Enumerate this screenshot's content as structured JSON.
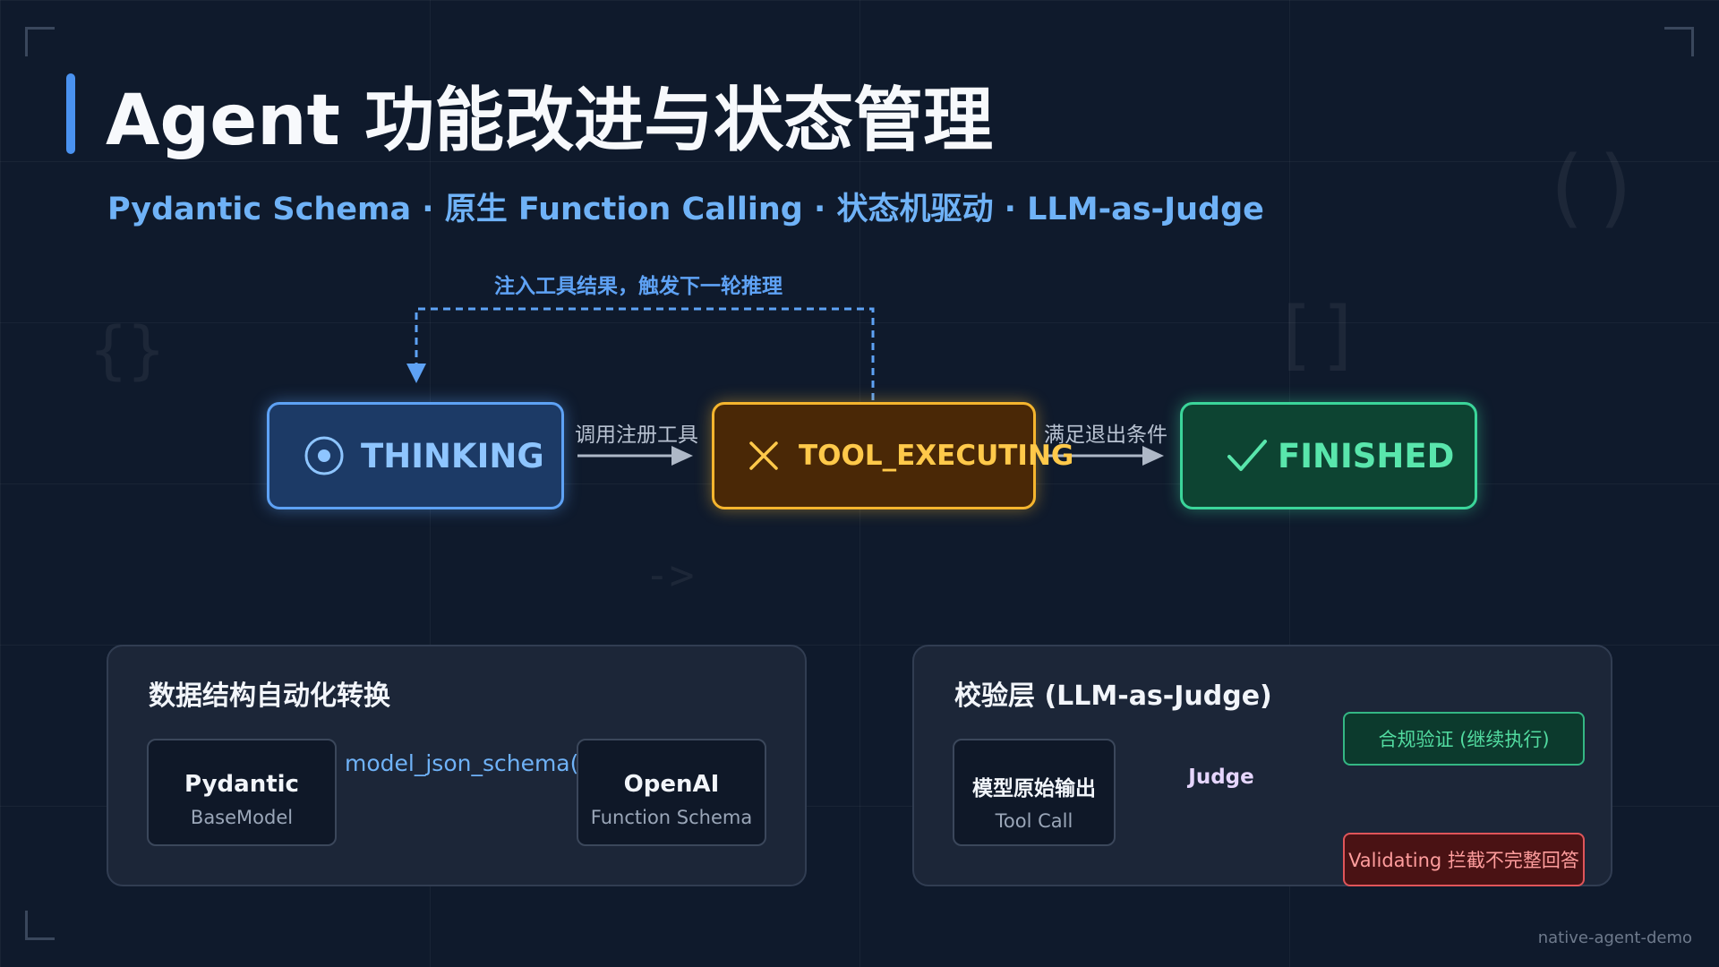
{
  "header": {
    "title": "Agent 功能改进与状态管理",
    "subtitle": "Pydantic Schema · 原生 Function Calling · 状态机驱动 · LLM-as-Judge"
  },
  "state_machine": {
    "states": [
      {
        "label": "THINKING",
        "icon": "target-icon",
        "color": "#5ea2f5"
      },
      {
        "label": "TOOL_EXECUTING",
        "icon": "close-x-icon",
        "color": "#f5b52e"
      },
      {
        "label": "FINISHED",
        "icon": "checkmark-icon",
        "color": "#3bd59a"
      }
    ],
    "edges": {
      "call_tool": "调用注册工具",
      "exit_condition": "满足退出条件",
      "loop_back": "注入工具结果，触发下一轮推理"
    }
  },
  "panel_schema": {
    "title": "数据结构自动化转换",
    "source": {
      "title": "Pydantic",
      "subtitle": "BaseModel"
    },
    "transform": "model_json_schema()",
    "target": {
      "title": "OpenAI",
      "subtitle": "Function Schema"
    }
  },
  "panel_judge": {
    "title": "校验层 (LLM-as-Judge)",
    "input": {
      "title": "模型原始输出",
      "subtitle": "Tool Call"
    },
    "judge": "Judge",
    "pass": "合规验证 (继续执行)",
    "fail": "Validating 拦截不完整回答"
  },
  "footer": "native-agent-demo",
  "colors": {
    "background": "#0f1a2c",
    "accent_blue": "#5ea2f5",
    "accent_amber": "#f5b52e",
    "accent_green": "#3bd59a",
    "accent_red": "#e0555a",
    "judge_purple": "#a35cf0"
  }
}
